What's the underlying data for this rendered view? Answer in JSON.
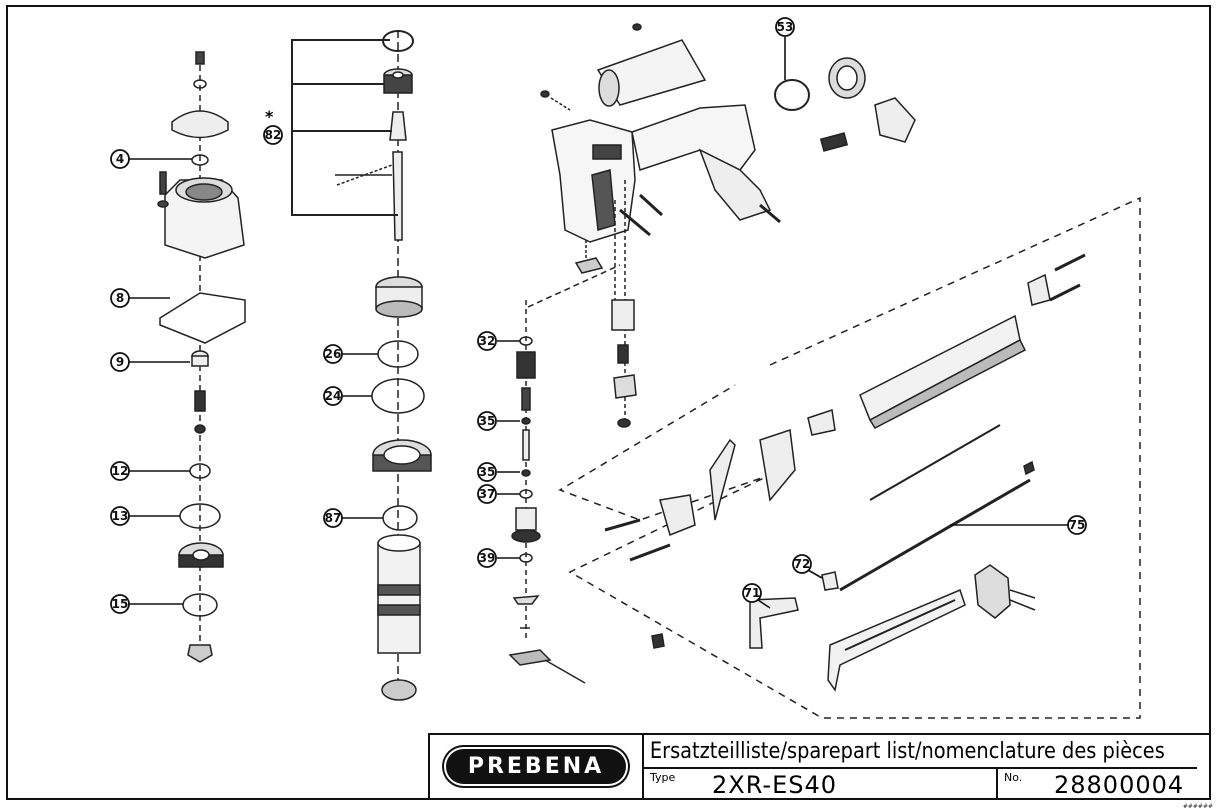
{
  "document": {
    "kind": "exploded parts diagram",
    "brand": "PREBENA",
    "title": "Ersatzteilliste/sparepart list/nomenclature des pièces",
    "type_label": "Type",
    "type_value": "2XR-ES40",
    "number_label": "No.",
    "number_value": "28800004",
    "footer_mark": "######"
  },
  "callouts": [
    {
      "id": "4",
      "label": "4"
    },
    {
      "id": "8",
      "label": "8"
    },
    {
      "id": "9",
      "label": "9"
    },
    {
      "id": "12",
      "label": "12"
    },
    {
      "id": "13",
      "label": "13"
    },
    {
      "id": "15",
      "label": "15"
    },
    {
      "id": "82",
      "label": "82",
      "note": "*"
    },
    {
      "id": "26",
      "label": "26"
    },
    {
      "id": "24",
      "label": "24"
    },
    {
      "id": "87",
      "label": "87"
    },
    {
      "id": "32",
      "label": "32"
    },
    {
      "id": "35a",
      "label": "35"
    },
    {
      "id": "35b",
      "label": "35"
    },
    {
      "id": "37",
      "label": "37"
    },
    {
      "id": "39",
      "label": "39"
    },
    {
      "id": "53",
      "label": "53"
    },
    {
      "id": "75",
      "label": "75"
    },
    {
      "id": "72",
      "label": "72"
    },
    {
      "id": "71",
      "label": "71"
    }
  ],
  "asterisk_note": "*"
}
